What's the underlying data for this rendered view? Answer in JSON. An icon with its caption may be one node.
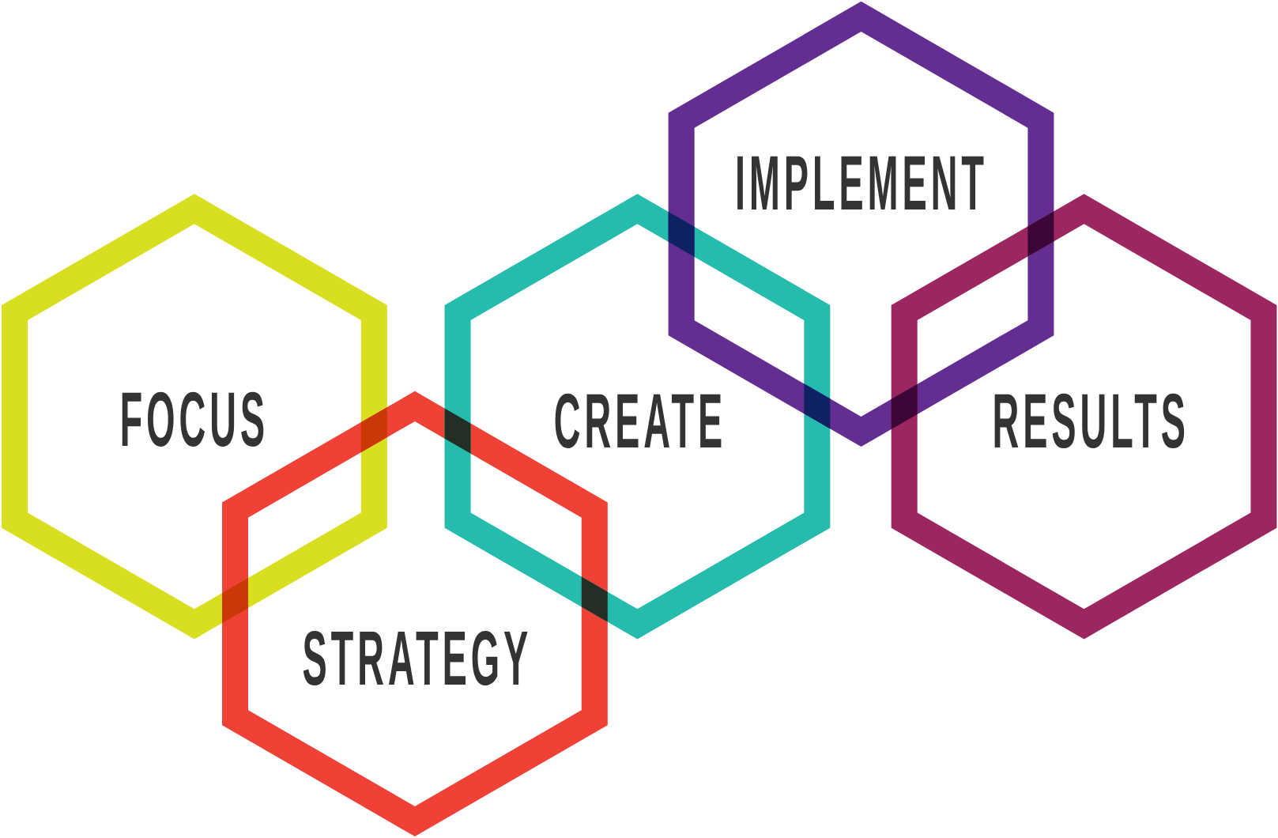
{
  "diagram": {
    "nodes": [
      {
        "text": [
          "FOCUS"
        ]
      },
      {
        "text": [
          "STRATEGY"
        ]
      },
      {
        "text": [
          "CREATE"
        ]
      },
      {
        "text": [
          "IMPLEMENT"
        ]
      },
      {
        "text": [
          "RESULTS"
        ]
      }
    ]
  }
}
